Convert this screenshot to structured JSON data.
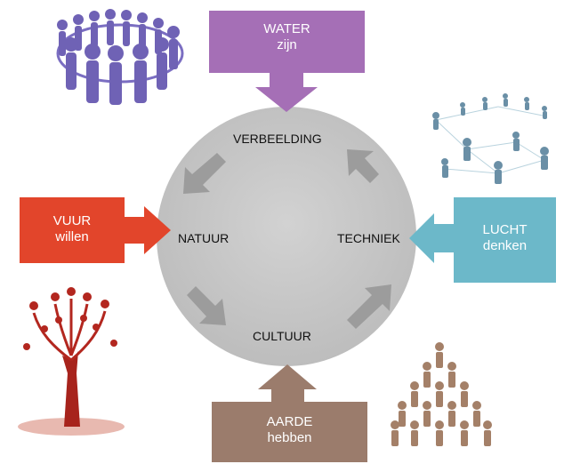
{
  "colors": {
    "circle": "#c9c9c9",
    "inner_arrow": "#9c9c9c",
    "water": "#a56fb6",
    "fire": "#e2452b",
    "air": "#6cb8c9",
    "earth": "#9b7c6c"
  },
  "nodes": {
    "top": "VERBEELDING",
    "left": "NATUUR",
    "right": "TECHNIEK",
    "bottom": "CULTUUR"
  },
  "elements": {
    "water": {
      "line1": "WATER",
      "line2": "zijn"
    },
    "fire": {
      "line1": "VUUR",
      "line2": "willen"
    },
    "air": {
      "line1": "LUCHT",
      "line2": "denken"
    },
    "earth": {
      "line1": "AARDE",
      "line2": "hebben"
    }
  },
  "illustrations": {
    "top_left": "people-circle-icon",
    "top_right": "people-network-icon",
    "bottom_left": "family-tree-icon",
    "bottom_right": "people-pyramid-icon"
  }
}
